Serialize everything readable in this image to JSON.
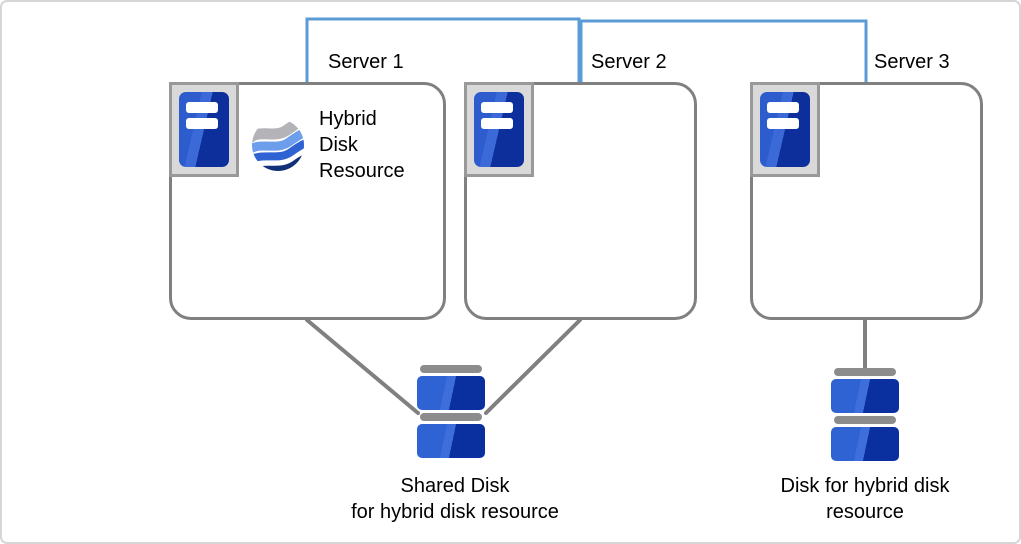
{
  "servers": [
    {
      "label": "Server 1"
    },
    {
      "label": "Server 2"
    },
    {
      "label": "Server 3"
    }
  ],
  "hybrid_resource_label": {
    "line1": "Hybrid",
    "line2": "Disk",
    "line3": "Resource"
  },
  "shared_disk_label": {
    "line1": "Shared Disk",
    "line2": "for hybrid disk resource"
  },
  "hybrid_disk_label": {
    "line1": "Disk for hybrid disk",
    "line2": "resource"
  },
  "colors": {
    "interconnect_blue": "#5b9bd5",
    "connector_gray": "#808080",
    "box_border_gray": "#808080",
    "chassis_fill": "#d9d9d9",
    "chassis_border": "#999999",
    "icon_blue_light": "#2f62d3",
    "icon_blue_dark": "#0a2f9e",
    "disk_cap_gray": "#8c8c8c",
    "wave_gray": "#b3b3b8",
    "wave_light_blue": "#6d9eeb",
    "wave_mid_blue": "#2f62d3",
    "wave_navy": "#123077",
    "text_color": "#000000",
    "page_border": "#d6d6d6"
  }
}
